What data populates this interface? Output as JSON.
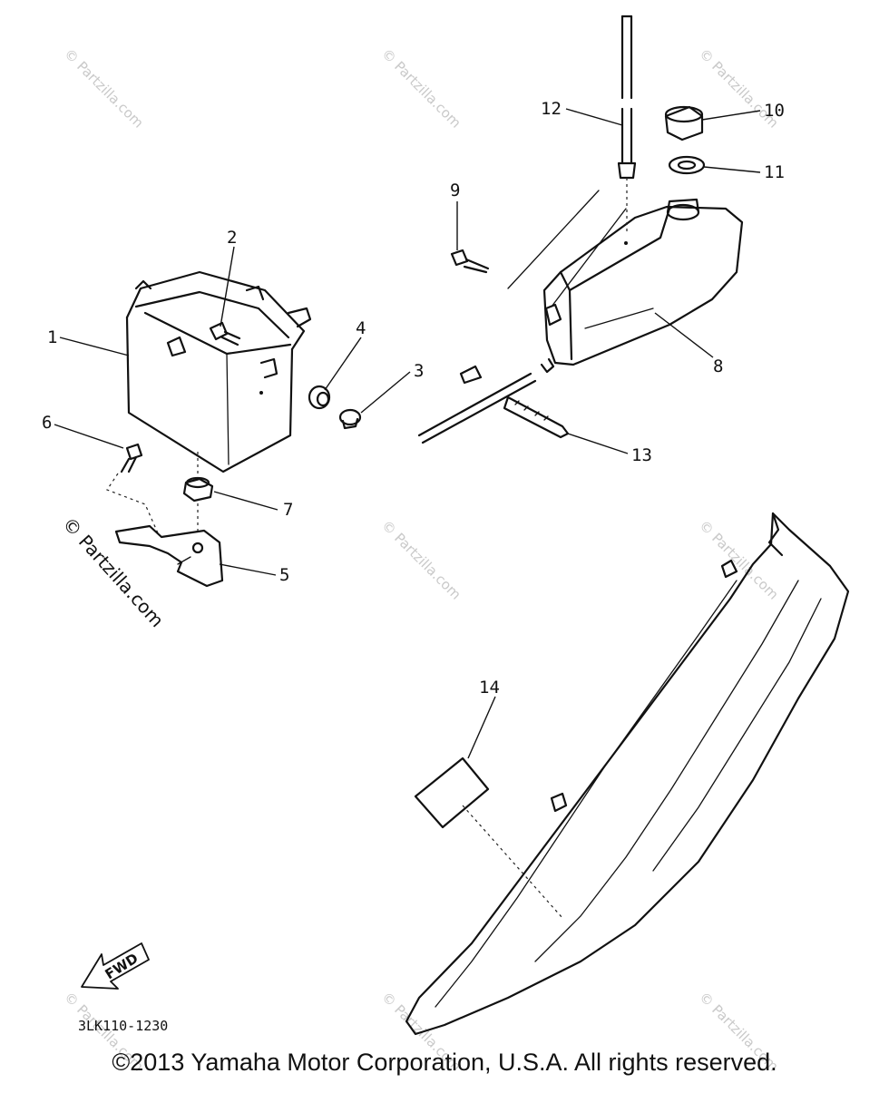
{
  "callouts": [
    "1",
    "2",
    "3",
    "4",
    "5",
    "6",
    "7",
    "8",
    "9",
    "10",
    "11",
    "12",
    "13",
    "14"
  ],
  "fwd_label": "FWD",
  "diagram_code": "3LK110-1230",
  "watermark": "© Partzilla.com",
  "copyright": "©2013 Yamaha Motor Corporation, U.S.A. All rights reserved."
}
